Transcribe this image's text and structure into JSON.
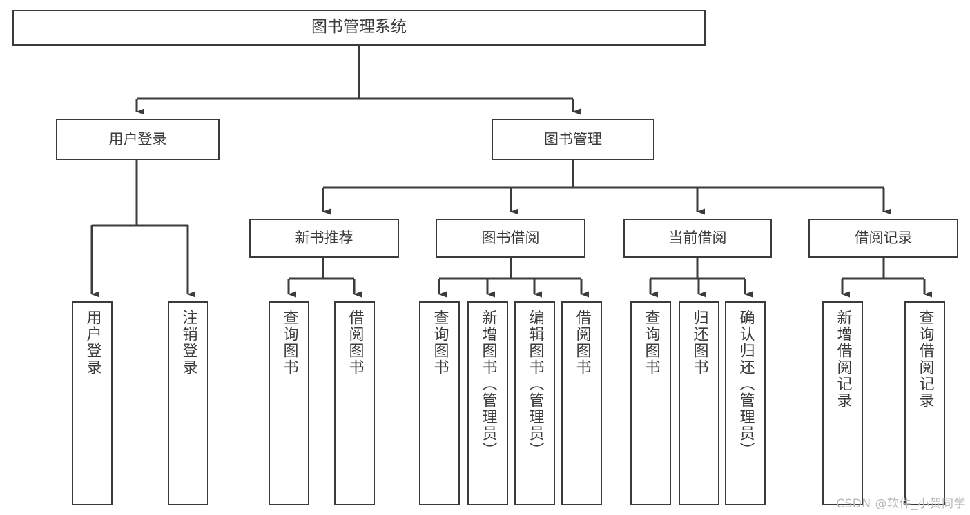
{
  "diagram": {
    "title": "图书管理系统",
    "type": "tree-hierarchy",
    "root": {
      "id": "root",
      "label": "图书管理系统"
    },
    "level2": [
      {
        "id": "user-login",
        "label": "用户登录"
      },
      {
        "id": "book-manage",
        "label": "图书管理"
      }
    ],
    "level3": [
      {
        "id": "new-book-recommend",
        "label": "新书推荐"
      },
      {
        "id": "book-borrow",
        "label": "图书借阅"
      },
      {
        "id": "current-borrow",
        "label": "当前借阅"
      },
      {
        "id": "borrow-record",
        "label": "借阅记录"
      }
    ],
    "leaves": [
      {
        "id": "leaf-user-login",
        "label": "用户登录",
        "parent": "user-login"
      },
      {
        "id": "leaf-logout",
        "label": "注销登录",
        "parent": "user-login"
      },
      {
        "id": "leaf-query-book-1",
        "label": "查询图书",
        "parent": "new-book-recommend"
      },
      {
        "id": "leaf-borrow-book-1",
        "label": "借阅图书",
        "parent": "new-book-recommend"
      },
      {
        "id": "leaf-query-book-2",
        "label": "查询图书",
        "parent": "book-borrow"
      },
      {
        "id": "leaf-add-book",
        "label": "新增图书（管理员）",
        "parent": "book-borrow"
      },
      {
        "id": "leaf-edit-book",
        "label": "编辑图书（管理员）",
        "parent": "book-borrow"
      },
      {
        "id": "leaf-borrow-book-2",
        "label": "借阅图书",
        "parent": "book-borrow"
      },
      {
        "id": "leaf-query-book-3",
        "label": "查询图书",
        "parent": "current-borrow"
      },
      {
        "id": "leaf-return-book",
        "label": "归还图书",
        "parent": "current-borrow"
      },
      {
        "id": "leaf-confirm-return",
        "label": "确认归还（管理员）",
        "parent": "current-borrow"
      },
      {
        "id": "leaf-add-borrow-record",
        "label": "新增借阅记录",
        "parent": "borrow-record"
      },
      {
        "id": "leaf-query-borrow-record",
        "label": "查询借阅记录",
        "parent": "borrow-record"
      }
    ],
    "watermark": "CSDN @软件_小贺同学",
    "colors": {
      "stroke": "#3b3b3d",
      "background": "#ffffff",
      "text": "#3a3a3c",
      "watermark": "#b9b9bb"
    }
  }
}
